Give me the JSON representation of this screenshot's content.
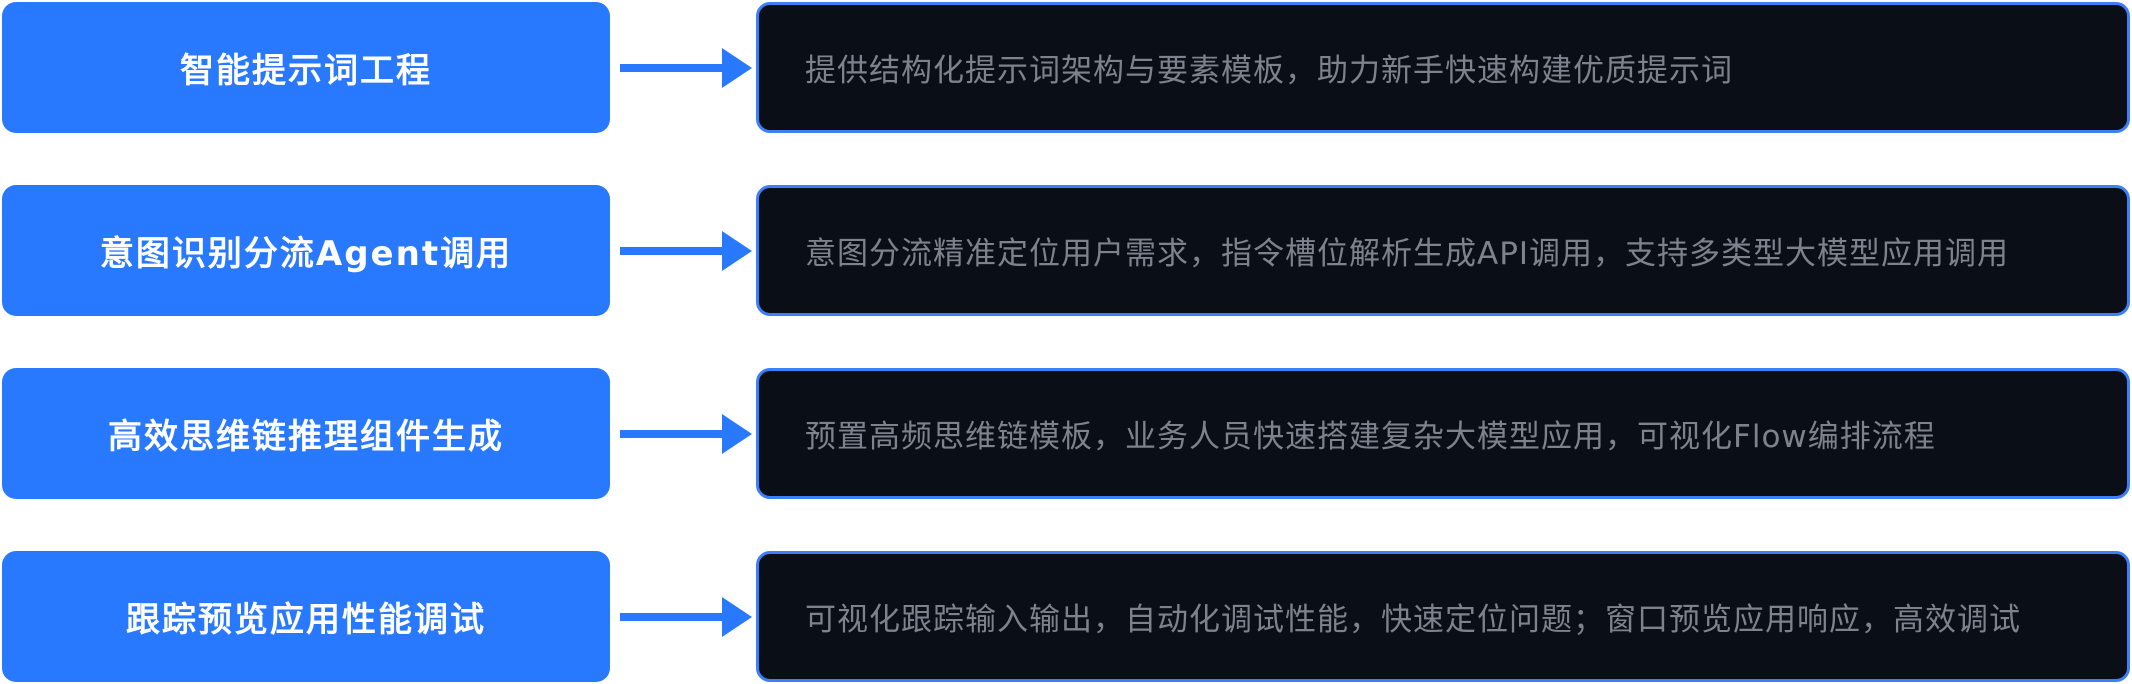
{
  "colors": {
    "accent_blue": "#2979ff",
    "panel_background": "#0a0e17",
    "panel_border": "#3d7efb",
    "title_text": "#ffffff",
    "description_text": "#7d828c",
    "page_background": "#ffffff"
  },
  "rows": [
    {
      "title": "智能提示词工程",
      "description": "提供结构化提示词架构与要素模板，助力新手快速构建优质提示词"
    },
    {
      "title": "意图识别分流Agent调用",
      "description": "意图分流精准定位用户需求，指令槽位解析生成API调用，支持多类型大模型应用调用"
    },
    {
      "title": "高效思维链推理组件生成",
      "description": "预置高频思维链模板，业务人员快速搭建复杂大模型应用，可视化Flow编排流程"
    },
    {
      "title": "跟踪预览应用性能调试",
      "description": "可视化跟踪输入输出，自动化调试性能，快速定位问题；窗口预览应用响应，高效调试"
    }
  ]
}
